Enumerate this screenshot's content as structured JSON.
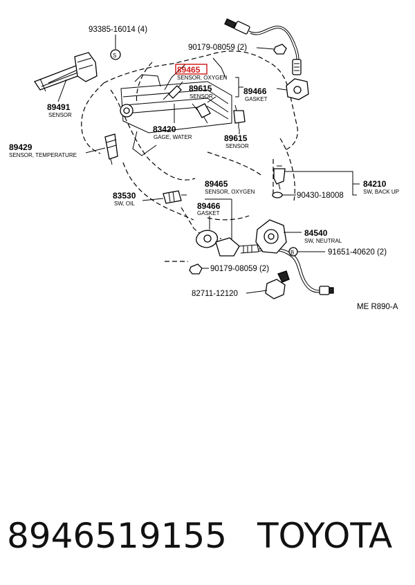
{
  "callouts": {
    "p93385": "93385-16014 (4)",
    "p90179_top": "90179-08059 (2)",
    "p89465_top": "89465",
    "p89465_top_desc": "SENSOR, OXYGEN",
    "p89491": "89491",
    "p89491_desc": "SENSOR",
    "p89615_a": "89615",
    "p89615_a_desc": "SENSOR",
    "p89466_top": "89466",
    "p89466_top_desc": "GASKET",
    "p83420": "83420",
    "p83420_desc": "GAGE, WATER",
    "p89615_b": "89615",
    "p89615_b_desc": "SENSOR",
    "p89429": "89429",
    "p89429_desc": "SENSOR, TEMPERATURE",
    "p84210": "84210",
    "p84210_desc": "SW, BACK UP",
    "p89465_bot": "89465",
    "p89465_bot_desc": "SENSOR, OXYGEN",
    "p90430": "90430-18008",
    "p83530": "83530",
    "p83530_desc": "SW, OIL",
    "p89466_bot": "89466",
    "p89466_bot_desc": "GASKET",
    "p84540": "84540",
    "p84540_desc": "SW, NEUTRAL",
    "p91651": "91651-40620 (2)",
    "p90179_bot": "90179-08059 (2)",
    "p82711": "82711-12120",
    "bolt_symbol": "B",
    "fig_code": "ME R890-A"
  },
  "highlight_color": "#d22020",
  "footer": {
    "part_number": "8946519155",
    "brand": "TOYOTA"
  }
}
